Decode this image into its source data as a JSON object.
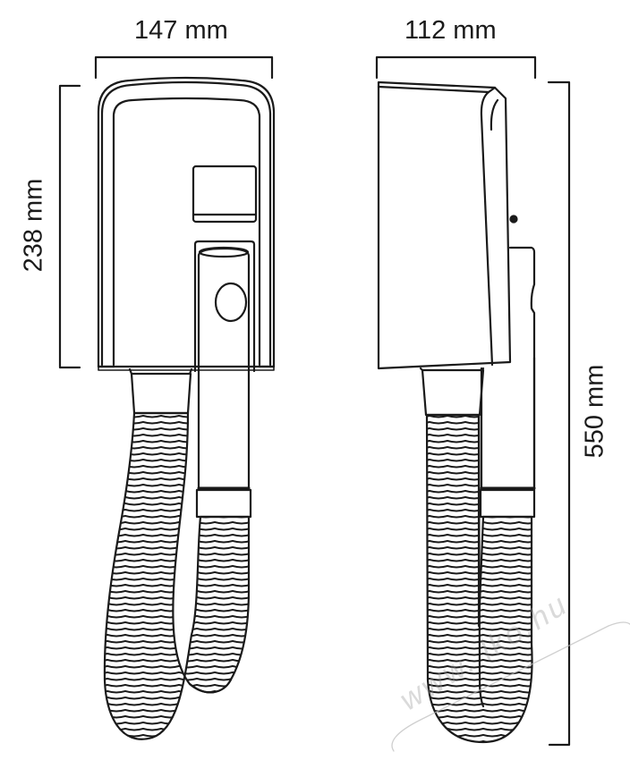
{
  "diagram": {
    "subject": "Wall-mounted hair dryer with flexible hose — dimension drawing",
    "views": [
      {
        "name": "front-view",
        "width_label": "147 mm",
        "height_label": "238 mm"
      },
      {
        "name": "side-view",
        "depth_label": "112 mm",
        "total_height_label": "550 mm"
      }
    ]
  },
  "dimensions": {
    "front_width": "147 mm",
    "front_height": "238 mm",
    "side_depth": "112 mm",
    "total_height": "550 mm"
  },
  "watermark": {
    "text": "www.      lko.hu"
  },
  "colors": {
    "line": "#1a1a1a",
    "background": "#ffffff"
  }
}
